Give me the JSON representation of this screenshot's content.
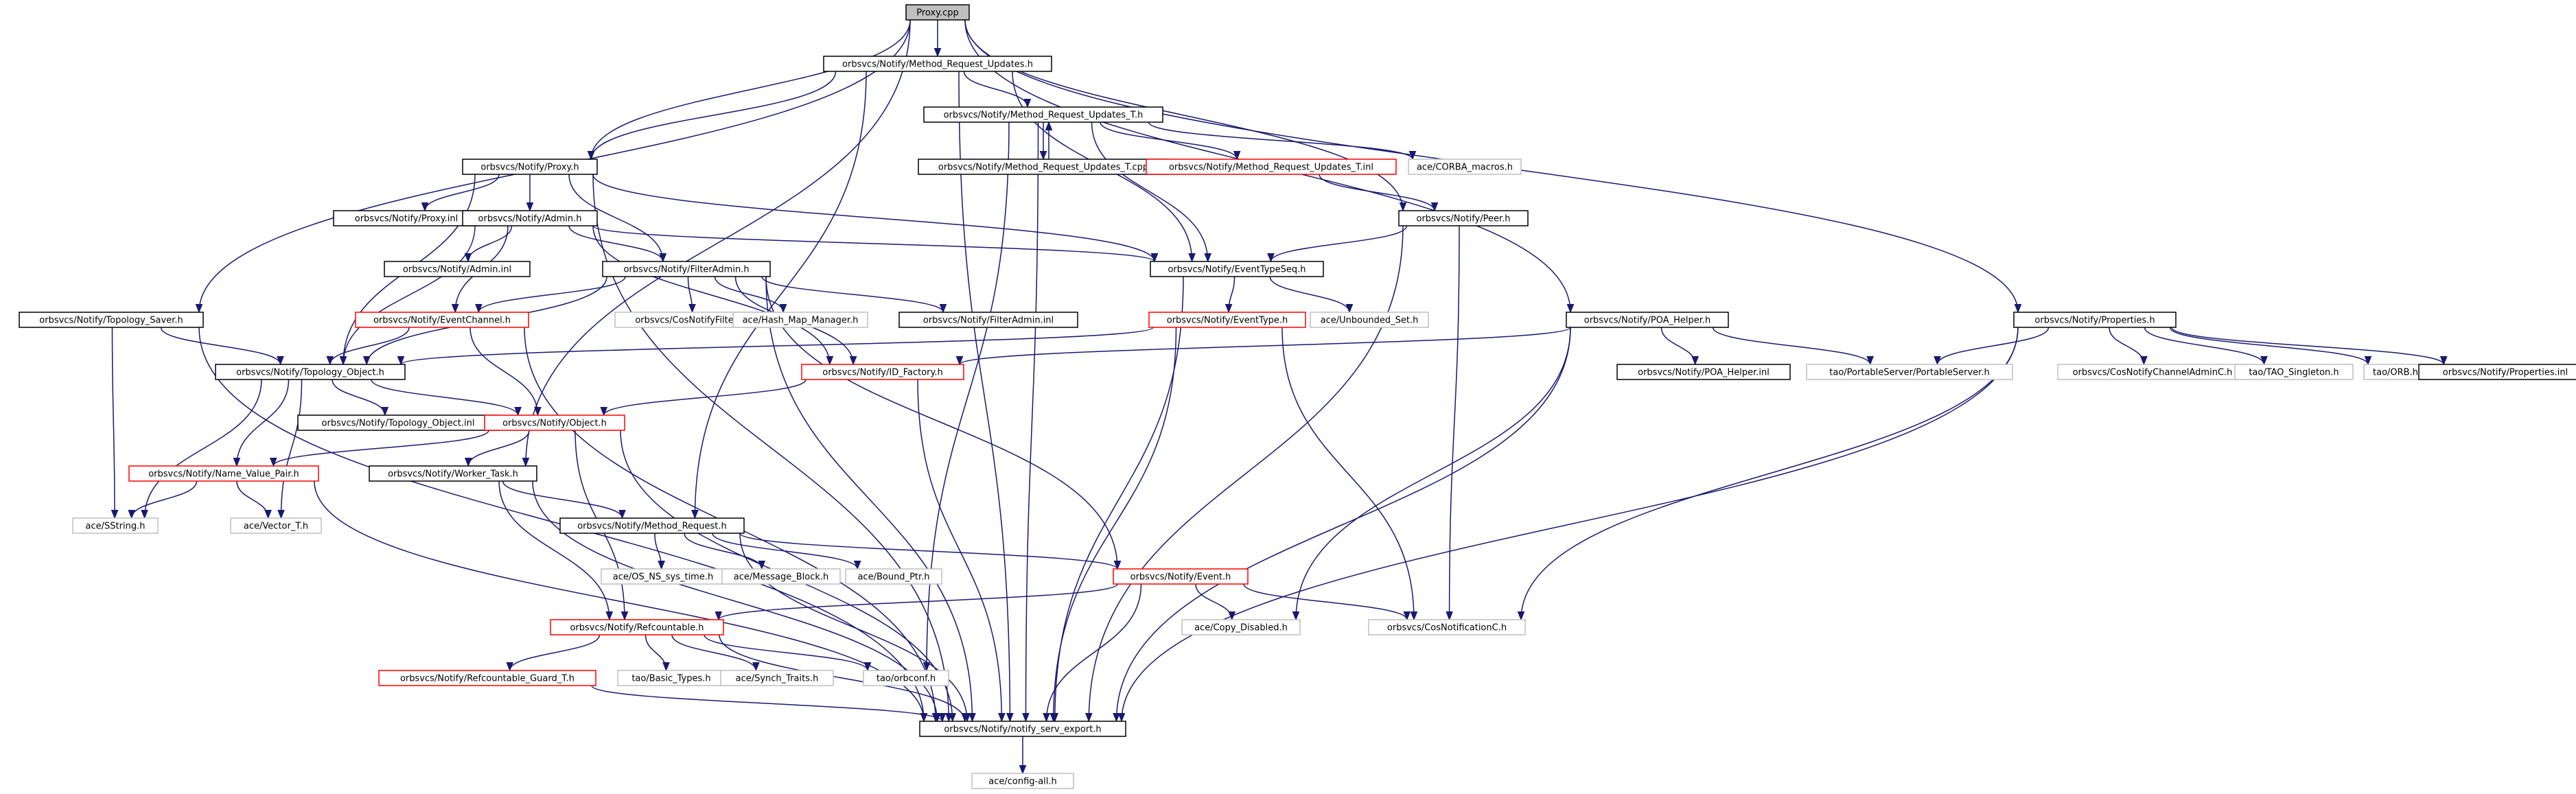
{
  "graph": {
    "title": "Proxy.cpp",
    "colors": {
      "background": "#ffffff",
      "root_fill": "#bfbfbf",
      "border_normal": "#000000",
      "border_incomplete": "#ff0000",
      "border_external": "#bfbfbf",
      "edge": "#191970"
    },
    "nodes": [
      {
        "id": "proxy_cpp",
        "label": "Proxy.cpp",
        "kind": "root"
      },
      {
        "id": "mru_h",
        "label": "orbsvcs/Notify/Method_Request_Updates.h",
        "kind": "normal"
      },
      {
        "id": "mrut_h",
        "label": "orbsvcs/Notify/Method_Request_Updates_T.h",
        "kind": "normal"
      },
      {
        "id": "proxy_h",
        "label": "orbsvcs/Notify/Proxy.h",
        "kind": "normal"
      },
      {
        "id": "mrut_cpp",
        "label": "orbsvcs/Notify/Method_Request_Updates_T.cpp",
        "kind": "normal"
      },
      {
        "id": "mrut_inl",
        "label": "orbsvcs/Notify/Method_Request_Updates_T.inl",
        "kind": "incomplete"
      },
      {
        "id": "corba_macros",
        "label": "ace/CORBA_macros.h",
        "kind": "external"
      },
      {
        "id": "proxy_inl",
        "label": "orbsvcs/Notify/Proxy.inl",
        "kind": "normal"
      },
      {
        "id": "admin_h",
        "label": "orbsvcs/Notify/Admin.h",
        "kind": "normal"
      },
      {
        "id": "peer_h",
        "label": "orbsvcs/Notify/Peer.h",
        "kind": "normal"
      },
      {
        "id": "admin_inl",
        "label": "orbsvcs/Notify/Admin.inl",
        "kind": "normal"
      },
      {
        "id": "filteradmin_h",
        "label": "orbsvcs/Notify/FilterAdmin.h",
        "kind": "normal"
      },
      {
        "id": "eventtypeseq_h",
        "label": "orbsvcs/Notify/EventTypeSeq.h",
        "kind": "normal"
      },
      {
        "id": "topology_saver_h",
        "label": "orbsvcs/Notify/Topology_Saver.h",
        "kind": "normal"
      },
      {
        "id": "eventchannel_h",
        "label": "orbsvcs/Notify/EventChannel.h",
        "kind": "incomplete"
      },
      {
        "id": "cosnotifyfilters_h",
        "label": "orbsvcs/CosNotifyFilterS.h",
        "kind": "external"
      },
      {
        "id": "hash_map_manager",
        "label": "ace/Hash_Map_Manager.h",
        "kind": "external"
      },
      {
        "id": "filteradmin_inl",
        "label": "orbsvcs/Notify/FilterAdmin.inl",
        "kind": "normal"
      },
      {
        "id": "eventtype_h",
        "label": "orbsvcs/Notify/EventType.h",
        "kind": "incomplete"
      },
      {
        "id": "unbounded_set",
        "label": "ace/Unbounded_Set.h",
        "kind": "external"
      },
      {
        "id": "poa_helper_h",
        "label": "orbsvcs/Notify/POA_Helper.h",
        "kind": "normal"
      },
      {
        "id": "properties_h",
        "label": "orbsvcs/Notify/Properties.h",
        "kind": "normal"
      },
      {
        "id": "topology_object_h",
        "label": "orbsvcs/Notify/Topology_Object.h",
        "kind": "normal"
      },
      {
        "id": "id_factory_h",
        "label": "orbsvcs/Notify/ID_Factory.h",
        "kind": "incomplete"
      },
      {
        "id": "poa_helper_inl",
        "label": "orbsvcs/Notify/POA_Helper.inl",
        "kind": "normal"
      },
      {
        "id": "portableserver_h",
        "label": "tao/PortableServer/PortableServer.h",
        "kind": "external"
      },
      {
        "id": "cosnotifychanneladminc",
        "label": "orbsvcs/CosNotifyChannelAdminC.h",
        "kind": "external"
      },
      {
        "id": "tao_singleton",
        "label": "tao/TAO_Singleton.h",
        "kind": "external"
      },
      {
        "id": "orb_h",
        "label": "tao/ORB.h",
        "kind": "external"
      },
      {
        "id": "properties_inl",
        "label": "orbsvcs/Notify/Properties.inl",
        "kind": "normal"
      },
      {
        "id": "topology_object_inl",
        "label": "orbsvcs/Notify/Topology_Object.inl",
        "kind": "normal"
      },
      {
        "id": "object_h",
        "label": "orbsvcs/Notify/Object.h",
        "kind": "incomplete"
      },
      {
        "id": "name_value_pair_h",
        "label": "orbsvcs/Notify/Name_Value_Pair.h",
        "kind": "incomplete"
      },
      {
        "id": "worker_task_h",
        "label": "orbsvcs/Notify/Worker_Task.h",
        "kind": "normal"
      },
      {
        "id": "sstring_h",
        "label": "ace/SString.h",
        "kind": "external"
      },
      {
        "id": "vector_t_h",
        "label": "ace/Vector_T.h",
        "kind": "external"
      },
      {
        "id": "method_request_h",
        "label": "orbsvcs/Notify/Method_Request.h",
        "kind": "normal"
      },
      {
        "id": "os_ns_sys_time",
        "label": "ace/OS_NS_sys_time.h",
        "kind": "external"
      },
      {
        "id": "message_block",
        "label": "ace/Message_Block.h",
        "kind": "external"
      },
      {
        "id": "bound_ptr",
        "label": "ace/Bound_Ptr.h",
        "kind": "external"
      },
      {
        "id": "event_h",
        "label": "orbsvcs/Notify/Event.h",
        "kind": "incomplete"
      },
      {
        "id": "refcountable_h",
        "label": "orbsvcs/Notify/Refcountable.h",
        "kind": "incomplete"
      },
      {
        "id": "copy_disabled",
        "label": "ace/Copy_Disabled.h",
        "kind": "external"
      },
      {
        "id": "cosnotificationc",
        "label": "orbsvcs/CosNotificationC.h",
        "kind": "external"
      },
      {
        "id": "refcountable_guard",
        "label": "orbsvcs/Notify/Refcountable_Guard_T.h",
        "kind": "incomplete"
      },
      {
        "id": "basic_types",
        "label": "tao/Basic_Types.h",
        "kind": "external"
      },
      {
        "id": "synch_traits",
        "label": "ace/Synch_Traits.h",
        "kind": "external"
      },
      {
        "id": "orbconf",
        "label": "tao/orbconf.h",
        "kind": "external"
      },
      {
        "id": "notify_serv_export",
        "label": "orbsvcs/Notify/notify_serv_export.h",
        "kind": "normal"
      },
      {
        "id": "config_all",
        "label": "ace/config-all.h",
        "kind": "external"
      }
    ],
    "edges": [
      [
        "proxy_cpp",
        "mru_h"
      ],
      [
        "proxy_cpp",
        "proxy_h"
      ],
      [
        "proxy_cpp",
        "peer_h"
      ],
      [
        "proxy_cpp",
        "topology_saver_h"
      ],
      [
        "proxy_cpp",
        "worker_task_h"
      ],
      [
        "proxy_cpp",
        "poa_helper_h"
      ],
      [
        "proxy_cpp",
        "properties_h"
      ],
      [
        "mru_h",
        "mrut_h"
      ],
      [
        "mru_h",
        "proxy_h"
      ],
      [
        "mru_h",
        "eventtypeseq_h"
      ],
      [
        "mru_h",
        "method_request_h"
      ],
      [
        "mru_h",
        "notify_serv_export"
      ],
      [
        "mrut_h",
        "mrut_cpp"
      ],
      [
        "mrut_cpp",
        "mrut_h"
      ],
      [
        "mrut_h",
        "mrut_inl"
      ],
      [
        "mrut_h",
        "corba_macros"
      ],
      [
        "mrut_h",
        "orbconf"
      ],
      [
        "mrut_h",
        "notify_serv_export"
      ],
      [
        "mrut_h",
        "eventtypeseq_h"
      ],
      [
        "mrut_inl",
        "peer_h"
      ],
      [
        "proxy_h",
        "proxy_inl"
      ],
      [
        "proxy_h",
        "admin_h"
      ],
      [
        "proxy_h",
        "filteradmin_h"
      ],
      [
        "proxy_h",
        "eventtypeseq_h"
      ],
      [
        "proxy_h",
        "topology_object_h"
      ],
      [
        "proxy_h",
        "notify_serv_export"
      ],
      [
        "admin_h",
        "admin_inl"
      ],
      [
        "admin_h",
        "filteradmin_h"
      ],
      [
        "admin_h",
        "eventtypeseq_h"
      ],
      [
        "admin_h",
        "eventchannel_h"
      ],
      [
        "admin_h",
        "topology_object_h"
      ],
      [
        "admin_h",
        "id_factory_h"
      ],
      [
        "peer_h",
        "eventtypeseq_h"
      ],
      [
        "peer_h",
        "cosnotificationc"
      ],
      [
        "peer_h",
        "notify_serv_export"
      ],
      [
        "filteradmin_h",
        "eventchannel_h"
      ],
      [
        "filteradmin_h",
        "cosnotifyfilters_h"
      ],
      [
        "filteradmin_h",
        "hash_map_manager"
      ],
      [
        "filteradmin_h",
        "filteradmin_inl"
      ],
      [
        "filteradmin_h",
        "topology_object_h"
      ],
      [
        "filteradmin_h",
        "id_factory_h"
      ],
      [
        "filteradmin_h",
        "event_h"
      ],
      [
        "filteradmin_h",
        "notify_serv_export"
      ],
      [
        "eventtypeseq_h",
        "eventtype_h"
      ],
      [
        "eventtypeseq_h",
        "unbounded_set"
      ],
      [
        "eventtypeseq_h",
        "notify_serv_export"
      ],
      [
        "eventtype_h",
        "topology_object_h"
      ],
      [
        "eventtype_h",
        "cosnotificationc"
      ],
      [
        "eventtype_h",
        "notify_serv_export"
      ],
      [
        "eventchannel_h",
        "topology_object_h"
      ],
      [
        "eventchannel_h",
        "object_h"
      ],
      [
        "eventchannel_h",
        "notify_serv_export"
      ],
      [
        "topology_saver_h",
        "topology_object_h"
      ],
      [
        "topology_saver_h",
        "sstring_h"
      ],
      [
        "topology_saver_h",
        "notify_serv_export"
      ],
      [
        "poa_helper_h",
        "poa_helper_inl"
      ],
      [
        "poa_helper_h",
        "portableserver_h"
      ],
      [
        "poa_helper_h",
        "id_factory_h"
      ],
      [
        "poa_helper_h",
        "copy_disabled"
      ],
      [
        "poa_helper_h",
        "notify_serv_export"
      ],
      [
        "properties_h",
        "portableserver_h"
      ],
      [
        "properties_h",
        "cosnotifychanneladminc"
      ],
      [
        "properties_h",
        "tao_singleton"
      ],
      [
        "properties_h",
        "orb_h"
      ],
      [
        "properties_h",
        "properties_inl"
      ],
      [
        "properties_h",
        "cosnotificationc"
      ],
      [
        "properties_h",
        "notify_serv_export"
      ],
      [
        "topology_object_h",
        "topology_object_inl"
      ],
      [
        "topology_object_h",
        "object_h"
      ],
      [
        "topology_object_h",
        "name_value_pair_h"
      ],
      [
        "topology_object_h",
        "sstring_h"
      ],
      [
        "topology_object_h",
        "vector_t_h"
      ],
      [
        "id_factory_h",
        "object_h"
      ],
      [
        "id_factory_h",
        "notify_serv_export"
      ],
      [
        "object_h",
        "name_value_pair_h"
      ],
      [
        "object_h",
        "worker_task_h"
      ],
      [
        "object_h",
        "refcountable_h"
      ],
      [
        "object_h",
        "notify_serv_export"
      ],
      [
        "name_value_pair_h",
        "sstring_h"
      ],
      [
        "name_value_pair_h",
        "vector_t_h"
      ],
      [
        "name_value_pair_h",
        "notify_serv_export"
      ],
      [
        "worker_task_h",
        "method_request_h"
      ],
      [
        "worker_task_h",
        "refcountable_h"
      ],
      [
        "worker_task_h",
        "notify_serv_export"
      ],
      [
        "method_request_h",
        "os_ns_sys_time"
      ],
      [
        "method_request_h",
        "message_block"
      ],
      [
        "method_request_h",
        "bound_ptr"
      ],
      [
        "method_request_h",
        "event_h"
      ],
      [
        "method_request_h",
        "notify_serv_export"
      ],
      [
        "event_h",
        "refcountable_h"
      ],
      [
        "event_h",
        "copy_disabled"
      ],
      [
        "event_h",
        "cosnotificationc"
      ],
      [
        "event_h",
        "notify_serv_export"
      ],
      [
        "refcountable_h",
        "refcountable_guard"
      ],
      [
        "refcountable_h",
        "basic_types"
      ],
      [
        "refcountable_h",
        "synch_traits"
      ],
      [
        "refcountable_h",
        "orbconf"
      ],
      [
        "refcountable_h",
        "notify_serv_export"
      ],
      [
        "refcountable_guard",
        "notify_serv_export"
      ],
      [
        "notify_serv_export",
        "config_all"
      ]
    ]
  }
}
